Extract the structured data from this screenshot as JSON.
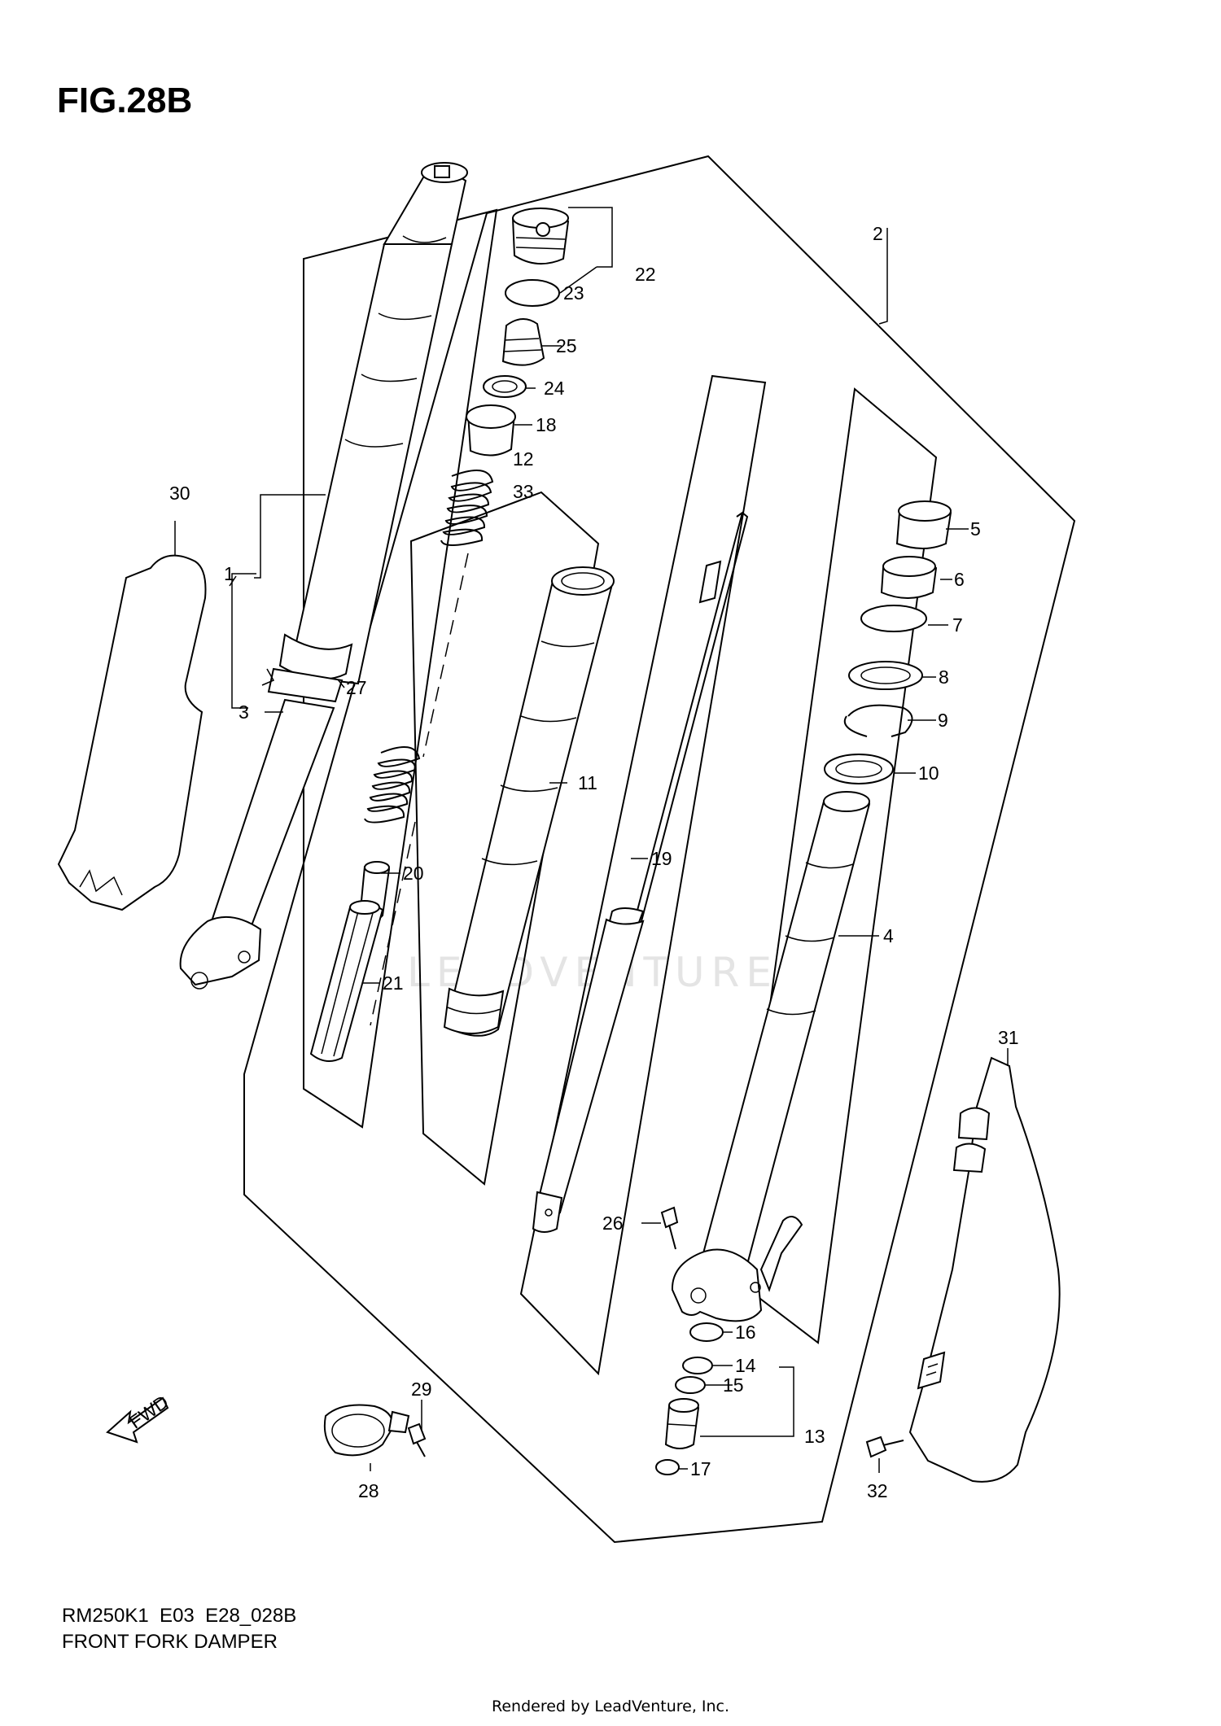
{
  "figure": {
    "title": "FIG.28B",
    "model_code": "RM250K1  E03  E28_028B",
    "caption": "FRONT FORK DAMPER",
    "watermark": "LEADVENTURE",
    "rendered_by": "Rendered by LeadVenture, Inc.",
    "fwd_label": "FWD"
  },
  "callouts": [
    "1",
    "2",
    "3",
    "4",
    "5",
    "6",
    "7",
    "8",
    "9",
    "10",
    "11",
    "12",
    "13",
    "14",
    "15",
    "16",
    "17",
    "18",
    "19",
    "20",
    "21",
    "22",
    "23",
    "24",
    "25",
    "26",
    "27",
    "28",
    "29",
    "30",
    "31",
    "32",
    "33"
  ]
}
